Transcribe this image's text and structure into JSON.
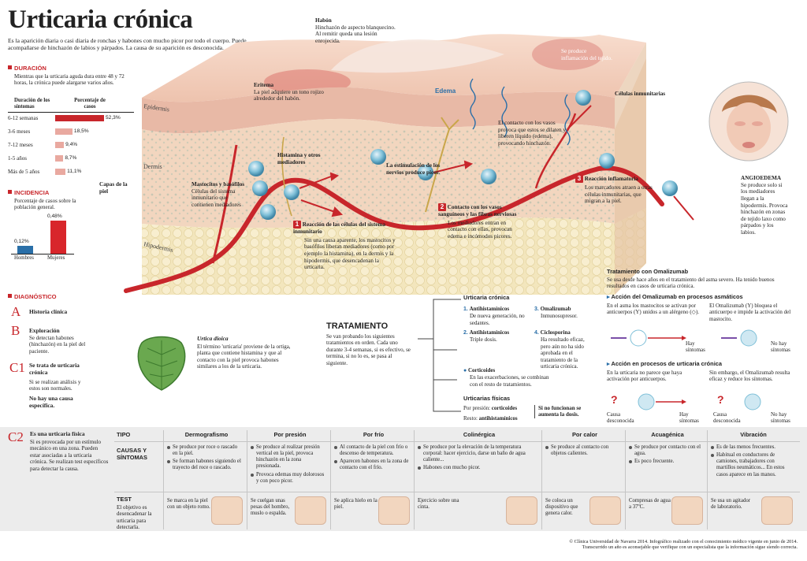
{
  "title": "Urticaria crónica",
  "intro": "Es la aparición diaria o casi diaria de ronchas y habones con mucho picor por todo el cuerpo. Puede acompañarse de hinchazón de labios y párpados. La causa de su aparición es desconocida.",
  "duracion": {
    "heading": "DURACIÓN",
    "text": "Mientras que la urticaria aguda dura entre 48 y 72 horas, la crónica puede alargarse varios años.",
    "col1": "Duración de los síntomas",
    "col2": "Porcentaje de casos",
    "rows": [
      {
        "label": "6-12 semanas",
        "value": 52.3,
        "display": "52,3%"
      },
      {
        "label": "3-6 meses",
        "value": 18.5,
        "display": "18,5%"
      },
      {
        "label": "7-12 meses",
        "value": 9.4,
        "display": "9,4%"
      },
      {
        "label": "1-5 años",
        "value": 8.7,
        "display": "8,7%"
      },
      {
        "label": "Más de 5 años",
        "value": 11.1,
        "display": "11,1%"
      }
    ]
  },
  "incidencia": {
    "heading": "INCIDENCIA",
    "text": "Porcentaje de casos sobre la población general.",
    "bars": [
      {
        "label": "Hombres",
        "value": 0.12,
        "display": "0,12%",
        "color": "#2a6fa8"
      },
      {
        "label": "Mujeres",
        "value": 0.48,
        "display": "0,48%",
        "color": "#d8262b"
      }
    ]
  },
  "diagnostico": {
    "heading": "DIAGNÓSTICO",
    "a_letter": "A",
    "a_title": "Historia clínica",
    "b_letter": "B",
    "b_title": "Exploración",
    "b_text": "Se detectan habones (hinchazón) en la piel del paciente.",
    "c1_letter": "C1",
    "c1_title": "Se trata de urticaria crónica",
    "c1_text1": "Si se realizan análisis y estos son normales.",
    "c1_text2": "No hay una causa específica.",
    "c2_letter": "C2",
    "c2_title": "Es una urticaria física",
    "c2_text": "Si es provocada por un estímulo mecánico en una zona. Pueden estar asociadas a la urticaria crónica. Se realizan test específicos para detectar la causa."
  },
  "skin": {
    "habon_title": "Habón",
    "habon_text": "Hinchazón de aspecto blanquecino. Al remitir queda una lesión enrojecida.",
    "inflam_text": "Se produce inflamación del tejido.",
    "eritema_title": "Eritema",
    "eritema_text": "La piel adquiere un tono rojizo alrededor del habón.",
    "edema": "Edema",
    "celulas": "Células inmunitarias",
    "epidermis": "Epidermis",
    "dermis": "Dermis",
    "hipodermis": "Hipodermis",
    "capas": "Capas de la piel",
    "mastocitos_title": "Mastocitos y basófilos",
    "mastocitos_text": "Células del sistema inmunitario que contienen mediadores",
    "histamina": "Histamina y otros mediadores",
    "estimulacion": "La estimulación de los nervios produce picor.",
    "contacto_vasos": "El contacto con los vasos provoca que estos se dilaten y liberen líquido (edema), provocando hinchazón.",
    "step1_num": "1",
    "step1_title": "Reacción de las células del sistema inmunitario",
    "step1_text": "Sin una causa aparente, los mastocitos y basófilos liberan mediadores (como por ejemplo la histamina), en la dermis y la hipodermis, que desencadenan la urticaria.",
    "step2_num": "2",
    "step2_title": "Contacto con los vasos sanguíneos y las fibras nerviosas",
    "step2_text": "Los mediadores entran en contacto con ellas, provocan edema e incómodos picores.",
    "step3_num": "3",
    "step3_title": "Reacción inflamatoria",
    "step3_text": "Los marcadores atraen a otras células inmunitarias, que migran a la piel.",
    "angio_title": "ANGIOEDEMA",
    "angio_text": "Se produce solo si los mediadores llegan a la hipodermis. Provoca hinchazón en zonas de tejido laxo como párpados y los labios."
  },
  "urtica": {
    "title": "Urtica dioica",
    "text": "El término 'urticaria' proviene de la ortiga, planta que contiene histamina y que al contacto con la piel provoca habones similares a los de la urticaria."
  },
  "tratamiento": {
    "heading": "TRATAMIENTO",
    "text": "Se van probando los siguientes tratamientos en orden. Cada uno durante 3-4 semanas, si es efectivo, se termina, si no lo es, se pasa al siguiente.",
    "cronica_title": "Urticaria crónica",
    "t1_num": "1.",
    "t1_title": "Antihistamínicos",
    "t1_text": "De nueva generación, no sedantes.",
    "t2_num": "2.",
    "t2_title": "Antihistamínicos",
    "t2_text": "Triple dosis.",
    "t3_num": "3.",
    "t3_title": "Omalizumab",
    "t3_text": "Inmunosupresor.",
    "t4_num": "4.",
    "t4_title": "Ciclosporina",
    "t4_text": "Ha resultado eficaz, pero aún no ha sido aprobada en el tratamiento de la urticaria crónica.",
    "cort_title": "Corticoides",
    "cort_text": "En las exacerbaciones, se combinan con el resto de tratamientos.",
    "fisicas_title": "Urticarias físicas",
    "presion_label": "Por presión:",
    "presion_val": "corticoides",
    "resto_label": "Resto:",
    "resto_val": "antihistamínicos",
    "nofunc": "Si no funcionan se aumenta la dosis."
  },
  "omalizumab": {
    "title": "Tratamiento con Omalizumab",
    "text": "Se usa desde hace años en el tratamiento del asma severo. Ha tenido buenos resultados en casos de urticaria crónica.",
    "asma_title": "Acción del Omalizumab en procesos asmáticos",
    "asma_left": "En el asma los mastocitos se activan por anticuerpos (Y) unidos a un alérgeno (◇).",
    "asma_right": "El Omalizumab (Y) bloquea el anticuerpo e impide la activación del mastocito.",
    "hay": "Hay síntomas",
    "nohay": "No hay síntomas",
    "urt_title": "Acción en procesos de urticaria crónica",
    "urt_left": "En la urticaria no parece que haya activación por anticuerpos.",
    "urt_right": "Sin embargo, el Omalizumab resulta eficaz y reduce los síntomas.",
    "causa": "Causa desconocida"
  },
  "table": {
    "tipo": "TIPO",
    "causas": "CAUSAS Y SÍNTOMAS",
    "test": "TEST",
    "test_text": "El objetivo es desencadenar la urticaria para detectarla.",
    "columns": [
      {
        "name": "Dermografismo",
        "causes": [
          "Se produce por roce o rascado en la piel.",
          "Se forman habones siguiendo el trayecto del roce o rascado."
        ],
        "test": "Se marca en la piel con un objeto romo."
      },
      {
        "name": "Por presión",
        "causes": [
          "Se produce al realizar presión vertical en la piel, provoca hinchazón en la zona presionada.",
          "Provoca edemas muy dolorosos y con poco picor."
        ],
        "test": "Se cuelgan unas pesas del hombro, muslo o espalda."
      },
      {
        "name": "Por frío",
        "causes": [
          "Al contacto de la piel con frío o descenso de temperatura.",
          "Aparecen habones en la zona de contacto con el frío."
        ],
        "test": "Se aplica hielo en la piel."
      },
      {
        "name": "Colinérgica",
        "causes": [
          "Se produce por la elevación de la temperatura corporal: hacer ejercicio, darse un baño de agua caliente...",
          "Habones con mucho picor."
        ],
        "test": "Ejercicio sobre una cinta."
      },
      {
        "name": "Por calor",
        "causes": [
          "Se produce al contacto con objetos calientes."
        ],
        "test": "Se coloca un dispositivo que genera calor."
      },
      {
        "name": "Acuagénica",
        "causes": [
          "Se produce por contacto con el agua.",
          "Es poco frecuente."
        ],
        "test": "Compresas de agua a 37ºC."
      },
      {
        "name": "Vibración",
        "causes": [
          "Es de las menos frecuentes.",
          "Habitual en conductores de camiones, trabajadores con martillos neumáticos... En estos casos aparece en las manos."
        ],
        "test": "Se usa un agitador de laboratorio."
      }
    ]
  },
  "footer1": "© Clínica Universidad de Navarra 2014. Infográfico realizado con el conocimiento médico vigente en junio de 2014.",
  "footer2": "Transcurrido un año es aconsejable que verifique con un especialista que la información sigue siendo correcta.",
  "colors": {
    "accent": "#c8262b",
    "blue": "#2a6fa8",
    "skin_top": "#f0c9b8",
    "dermis": "#f3d9c4",
    "hipodermis": "#f6ecc9"
  }
}
